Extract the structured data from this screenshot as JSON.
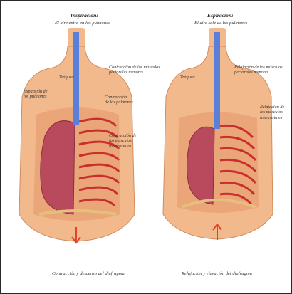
{
  "inspiracion": {
    "title": "Inspiración:",
    "subtitle": "El aire entra en los pulmones",
    "labels": {
      "traquea": "Tráquea",
      "expansion": [
        "Expansión de",
        "los pulmones"
      ],
      "pectorales": [
        "Contracción de los músculos",
        "pectorales menores"
      ],
      "pleura": [
        "Contracción",
        "de los pulmones"
      ],
      "intercostales": [
        "Contracción de",
        "los músculos",
        "intercostales"
      ]
    },
    "caption": "Contracción y descenso del diafragma"
  },
  "espiracion": {
    "title": "Espiración:",
    "subtitle": "El aire sale de los pulmones",
    "labels": {
      "traquea": "Tráquea",
      "pectorales": [
        "Relajación de los músculos",
        "pectorales menores"
      ],
      "intercostales": [
        "Relajación de",
        "los músculos",
        "intercostales"
      ]
    },
    "caption": "Relajación y elevación del diafragma"
  },
  "colors": {
    "skin": "#f2b98c",
    "skin_shadow": "#e59a6c",
    "lung": "#b94a5e",
    "rib": "#c9302c",
    "trachea": "#5a7fd8",
    "arrow": "#e0452c"
  }
}
